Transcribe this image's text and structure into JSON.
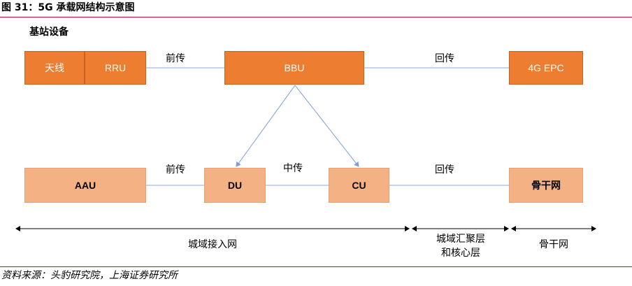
{
  "figure": {
    "title": "图 31：5G 承载网结构示意图",
    "source": "资料来源：头豹研究院，上海证券研究所"
  },
  "diagram": {
    "section_title": "基站设备",
    "top_row": {
      "antenna": "天线",
      "rru": "RRU",
      "bbu": "BBU",
      "epc": "4G EPC",
      "fronthaul_label": "前传",
      "backhaul_label": "回传"
    },
    "bottom_row": {
      "aau": "AAU",
      "du": "DU",
      "cu": "CU",
      "backbone_box": "骨干网",
      "fronthaul_label": "前传",
      "midhaul_label": "中传",
      "backhaul_label": "回传"
    },
    "zones": {
      "access": "城域接入网",
      "aggregation_line1": "城域汇聚层",
      "aggregation_line2": "和核心层",
      "backbone": "骨干网"
    },
    "colors": {
      "dark_box": "#ed7d31",
      "light_box": "#f4b183",
      "connector": "#8eaadb",
      "rule": "#c8102e"
    }
  }
}
